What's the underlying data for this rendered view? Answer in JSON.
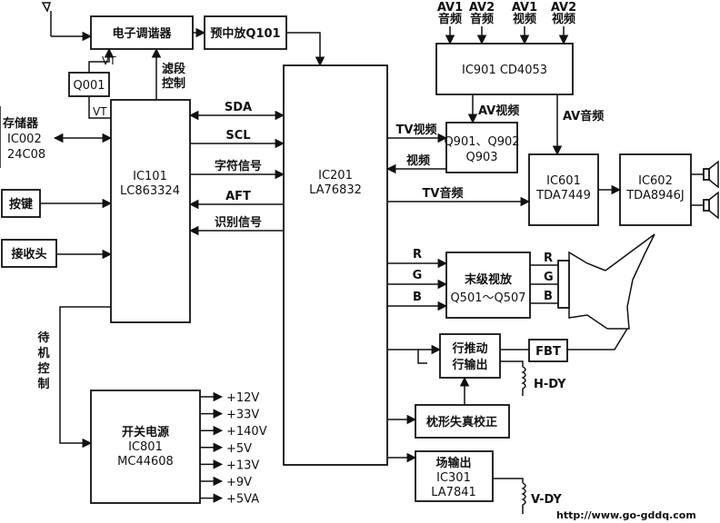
{
  "blocks": {
    "tuner": "电子调谐器",
    "preif": "预中放Q101",
    "q001": "Q001",
    "ic101_name": "IC101",
    "ic101_part": "LC863324",
    "ic201_name": "IC201",
    "ic201_part": "LA76832",
    "memory_title": "存储器",
    "memory_name": "IC002",
    "memory_part": "24C08",
    "keys": "按键",
    "receiver": "接收头",
    "ic901": "IC901 CD4053",
    "q901_line1": "Q901、Q902",
    "q901_line2": "Q903",
    "ic601_name": "IC601",
    "ic601_part": "TDA7449",
    "ic602_name": "IC602",
    "ic602_part": "TDA8946J",
    "final_video_title": "末级视放",
    "final_video_part": "Q501～Q507",
    "hdrive_line1": "行推动",
    "hdrive_line2": "行输出",
    "fbt": "FBT",
    "pincushion": "枕形失真校正",
    "vout_title": "场输出",
    "vout_name": "IC301",
    "vout_part": "LA7841",
    "psu_title": "开关电源",
    "psu_name": "IC801",
    "psu_part": "MC44608"
  },
  "signals": {
    "vt_top": "VT",
    "vt_bottom": "VT",
    "band_filter_1": "滤段",
    "band_filter_2": "控制",
    "sda": "SDA",
    "scl": "SCL",
    "char_signal": "字符信号",
    "aft": "AFT",
    "ident_signal": "识别信号",
    "tv_video": "TV视频",
    "video": "视频",
    "tv_audio": "TV音频",
    "av_video": "AV视频",
    "av_audio": "AV音频",
    "standby_1": "待",
    "standby_2": "机",
    "standby_3": "控",
    "standby_4": "制",
    "r": "R",
    "g": "G",
    "b": "B",
    "r2": "R",
    "g2": "G",
    "b2": "B",
    "hdy": "H-DY",
    "vdy": "V-DY"
  },
  "inputs": {
    "av1_audio_1": "AV1",
    "av1_audio_2": "音频",
    "av2_audio_1": "AV2",
    "av2_audio_2": "音频",
    "av1_video_1": "AV1",
    "av1_video_2": "视频",
    "av2_video_1": "AV2",
    "av2_video_2": "视频"
  },
  "power_rails": [
    "+12V",
    "+33V",
    "+140V",
    "+5V",
    "+13V",
    "+9V",
    "+5VA"
  ],
  "watermark": "http://www.go-gddq.com"
}
